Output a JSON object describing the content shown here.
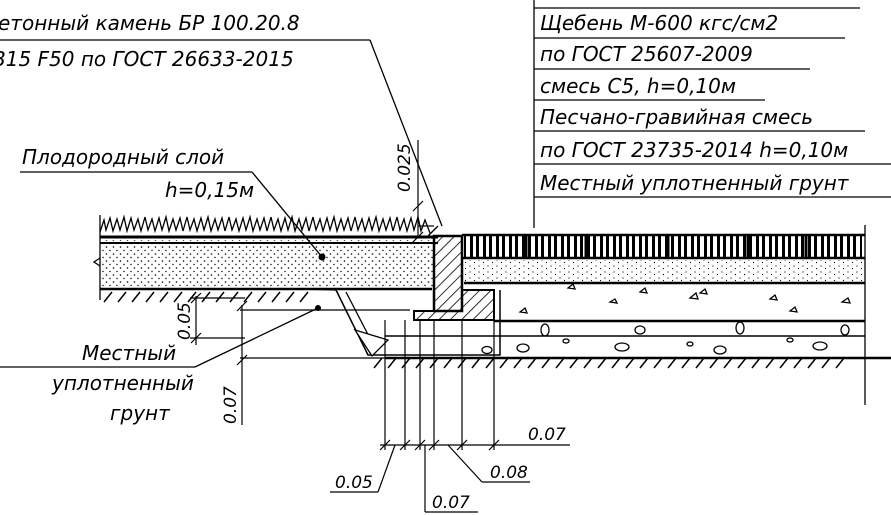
{
  "labels": {
    "curb_line1": "етонный камень БР 100.20.8",
    "curb_line2": "В15 F50 по ГОСТ 26633-2015",
    "topsoil_line1": "Плодородный слой",
    "topsoil_line2": "h=0,15м",
    "soil_left_line1": "Местный",
    "soil_left_line2": "уплотненный",
    "soil_left_line3": "грунт",
    "layers_right": [
      "Щебень М-600 кгс/см2",
      "по ГОСТ 25607-2009",
      "смесь С5, h=0,10м",
      "Песчано-гравийная смесь",
      "по ГОСТ 23735-2014 h=0,10м",
      "Местный уплотненный грунт"
    ]
  },
  "dimensions": {
    "curb_top": "0.025",
    "left_step": "0.05",
    "left_depth": "0.07",
    "bottom_a": "0.05",
    "bottom_b": "0.07",
    "bottom_c": "0.08",
    "bottom_d": "0.07"
  }
}
